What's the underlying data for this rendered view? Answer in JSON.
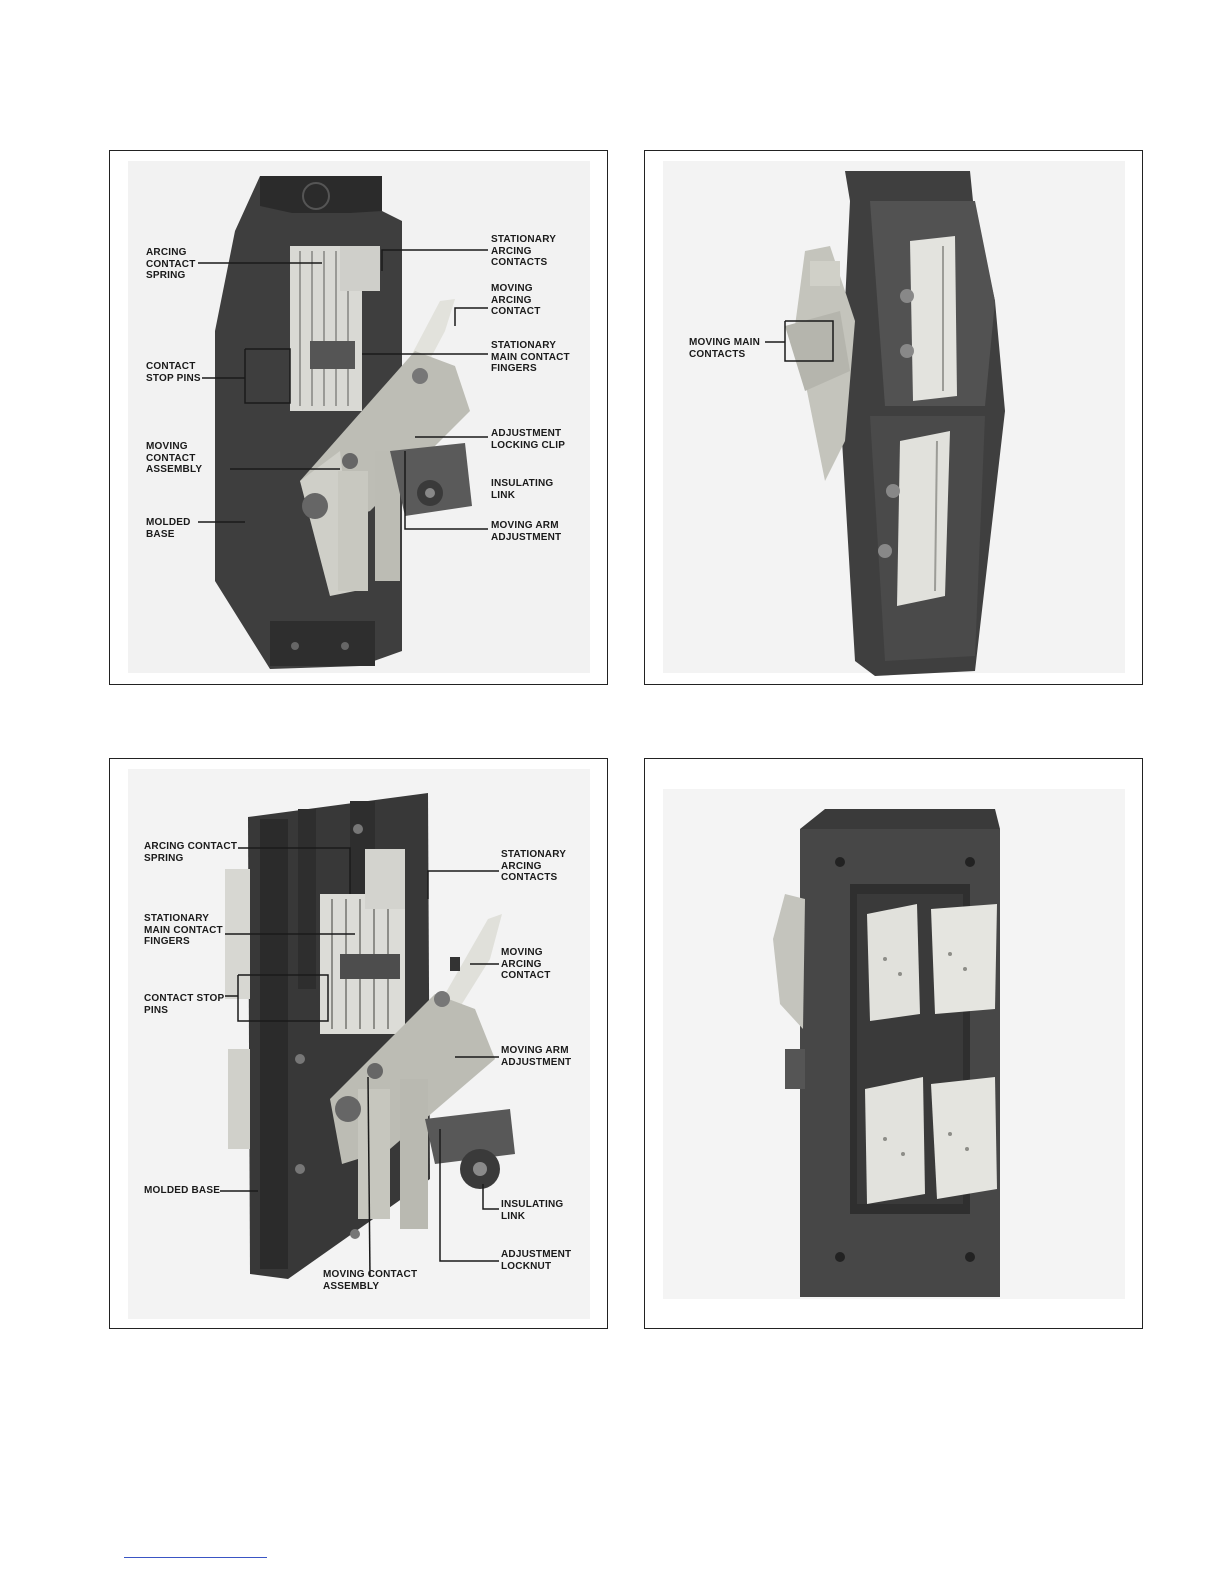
{
  "figures": [
    {
      "labels": {
        "arcing_contact_spring": "ARCING\nCONTACT\nSPRING",
        "contact_stop_pins": "CONTACT\nSTOP PINS",
        "moving_contact_assembly": "MOVING\nCONTACT\nASSEMBLY",
        "molded_base": "MOLDED\nBASE",
        "stationary_arcing_contacts": "STATIONARY\nARCING\nCONTACTS",
        "moving_arcing_contact": "MOVING\nARCING\nCONTACT",
        "stationary_main_contact_fingers": "STATIONARY\nMAIN CONTACT\nFINGERS",
        "adjustment_locking_clip": "ADJUSTMENT\nLOCKING CLIP",
        "insulating_link": "INSULATING\nLINK",
        "moving_arm_adjustment": "MOVING ARM\nADJUSTMENT"
      }
    },
    {
      "labels": {
        "moving_main_contacts": "MOVING MAIN\nCONTACTS"
      }
    },
    {
      "labels": {
        "arcing_contact_spring": "ARCING CONTACT\nSPRING",
        "stationary_main_contact_fingers": "STATIONARY\nMAIN CONTACT\nFINGERS",
        "contact_stop_pins": "CONTACT STOP\nPINS",
        "molded_base": "MOLDED BASE",
        "moving_contact_assembly": "MOVING CONTACT\nASSEMBLY",
        "stationary_arcing_contacts": "STATIONARY\nARCING\nCONTACTS",
        "moving_arcing_contact": "MOVING\nARCING\nCONTACT",
        "moving_arm_adjustment": "MOVING ARM\nADJUSTMENT",
        "insulating_link": "INSULATING\nLINK",
        "adjustment_locknut": "ADJUSTMENT\nLOCKNUT"
      }
    },
    {
      "labels": {}
    }
  ]
}
